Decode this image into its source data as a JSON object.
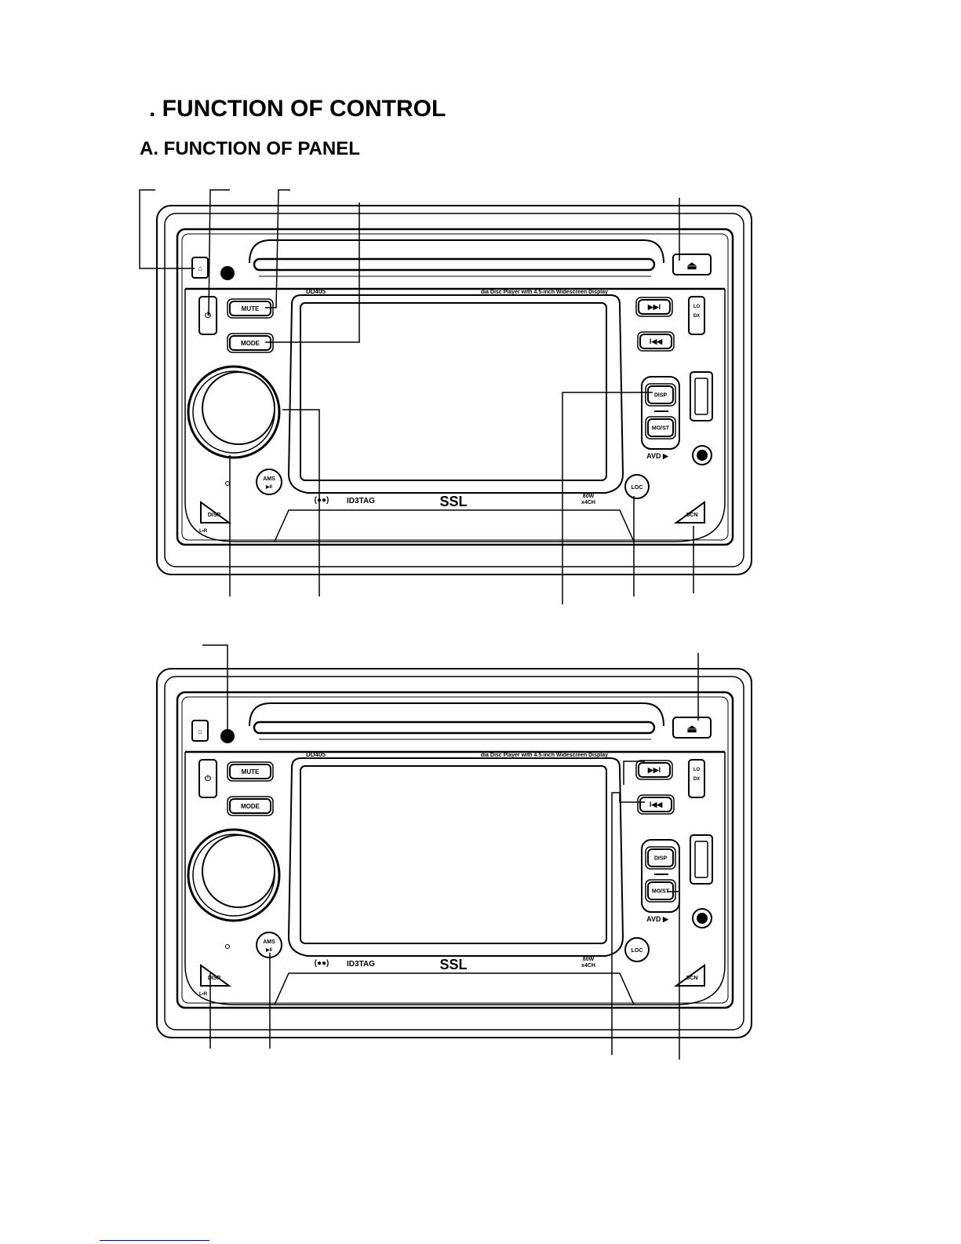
{
  "header": {
    "title": ". FUNCTION OF CONTROL",
    "subtitle": "A.  FUNCTION OF PANEL"
  },
  "panel": {
    "model": "DD405",
    "tagline": "dia Disc Player with 4.5-inch Widescreen Display",
    "brand": "SSL",
    "id3_logo": "ID3TAG",
    "power_badge": "80W x4CH",
    "avd_logo": "AVD",
    "buttons": {
      "mute": "MUTE",
      "mode": "MODE",
      "disp_right": "DISP",
      "most": "MO/ST",
      "loc": "LOC",
      "scn": "SCN",
      "ams": "AMS",
      "ams_sub": "▶II",
      "disp_left": "DISP",
      "lr": "L•R",
      "lo_dx": "LO DX",
      "eject": "⏏",
      "next": "▶▶I",
      "prev": "I◀◀"
    }
  },
  "colors": {
    "ink": "#000000",
    "panel_fill": "#ffffff",
    "screen_fill": "#ffffff",
    "footer_rule": "#0000cc"
  }
}
